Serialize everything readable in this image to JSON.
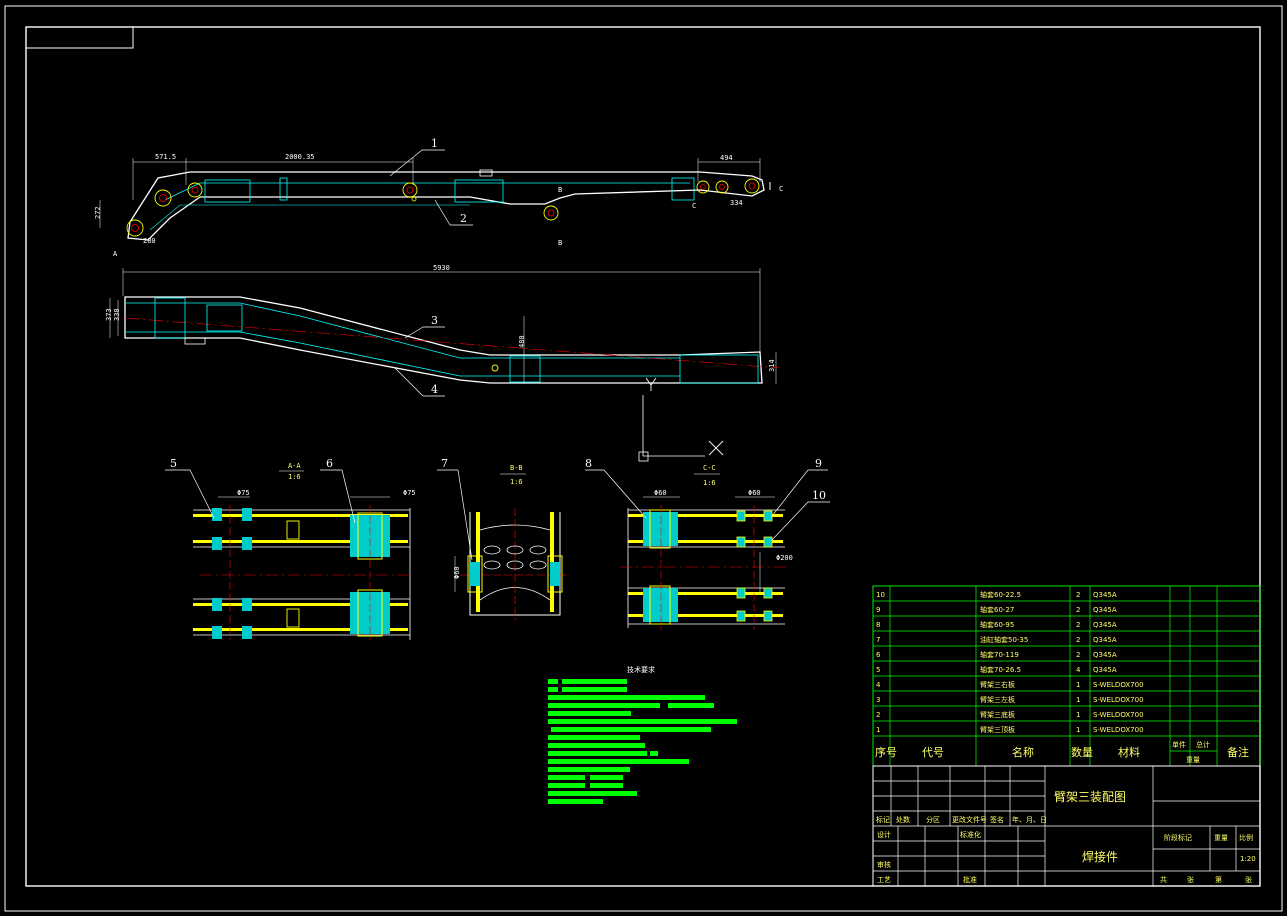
{
  "dimensions": {
    "d1": "571.5",
    "d2": "2000.35",
    "d3": "494",
    "d4": "272",
    "d5": "280",
    "d6": "334",
    "d7": "5930",
    "d8": "373",
    "d9": "338",
    "d10": "480",
    "d11": "314",
    "d12": "Φ75",
    "d13": "Φ75",
    "d14": "Φ60",
    "d15": "Φ60",
    "d16": "Φ200",
    "d17": "Φ60"
  },
  "callouts": [
    "1",
    "2",
    "3",
    "4",
    "5",
    "6",
    "7",
    "8",
    "9",
    "10"
  ],
  "view_marks": {
    "c1": "C",
    "c2": "C",
    "b1": "B",
    "b2": "B",
    "a1": "A"
  },
  "sections": [
    {
      "name": "A-A",
      "scale": "1:6"
    },
    {
      "name": "B-B",
      "scale": "1:6"
    },
    {
      "name": "C-C",
      "scale": "1:6"
    }
  ],
  "tech_title": "技术要求",
  "parts_list": {
    "rows": [
      {
        "no": "10",
        "code": "",
        "name": "轴套60-22.5",
        "qty": "2",
        "mat": "Q345A"
      },
      {
        "no": "9",
        "code": "",
        "name": "轴套60-27",
        "qty": "2",
        "mat": "Q345A"
      },
      {
        "no": "8",
        "code": "",
        "name": "轴套60-95",
        "qty": "2",
        "mat": "Q345A"
      },
      {
        "no": "7",
        "code": "",
        "name": "油缸轴套50-35",
        "qty": "2",
        "mat": "Q345A"
      },
      {
        "no": "6",
        "code": "",
        "name": "轴套70-119",
        "qty": "2",
        "mat": "Q345A"
      },
      {
        "no": "5",
        "code": "",
        "name": "轴套70-26.5",
        "qty": "4",
        "mat": "Q345A"
      },
      {
        "no": "4",
        "code": "",
        "name": "臂架三右板",
        "qty": "1",
        "mat": "S-WELDOX700"
      },
      {
        "no": "3",
        "code": "",
        "name": "臂架三左板",
        "qty": "1",
        "mat": "S-WELDOX700"
      },
      {
        "no": "2",
        "code": "",
        "name": "臂架三底板",
        "qty": "1",
        "mat": "S-WELDOX700"
      },
      {
        "no": "1",
        "code": "",
        "name": "臂架三顶板",
        "qty": "1",
        "mat": "S-WELDOX700"
      }
    ],
    "header": {
      "no": "序号",
      "code": "代号",
      "name": "名称",
      "qty": "数量",
      "mat": "材料",
      "unit": "单件",
      "total": "总计",
      "weight": "重量",
      "remark": "备注"
    }
  },
  "title_block": {
    "drawing_name": "臂架三装配图",
    "type": "焊接件",
    "mark": "标记",
    "count": "处数",
    "zone": "分区",
    "doc": "更改文件号",
    "sign": "签名",
    "date": "年、月、日",
    "design": "设计",
    "std": "标准化",
    "check": "审核",
    "process": "工艺",
    "approve": "批准",
    "stage": "阶段标记",
    "weight": "重量",
    "scale_lbl": "比例",
    "scale": "1:20",
    "sheet_total": "共",
    "sheet_unit": "张",
    "sheet_no": "第",
    "sheet_unit2": "张"
  },
  "colors": {
    "frame": "#ffffff",
    "cyan": "#00ffff",
    "green": "#00ff00",
    "yellow": "#ffff00",
    "red": "#ff0000"
  }
}
